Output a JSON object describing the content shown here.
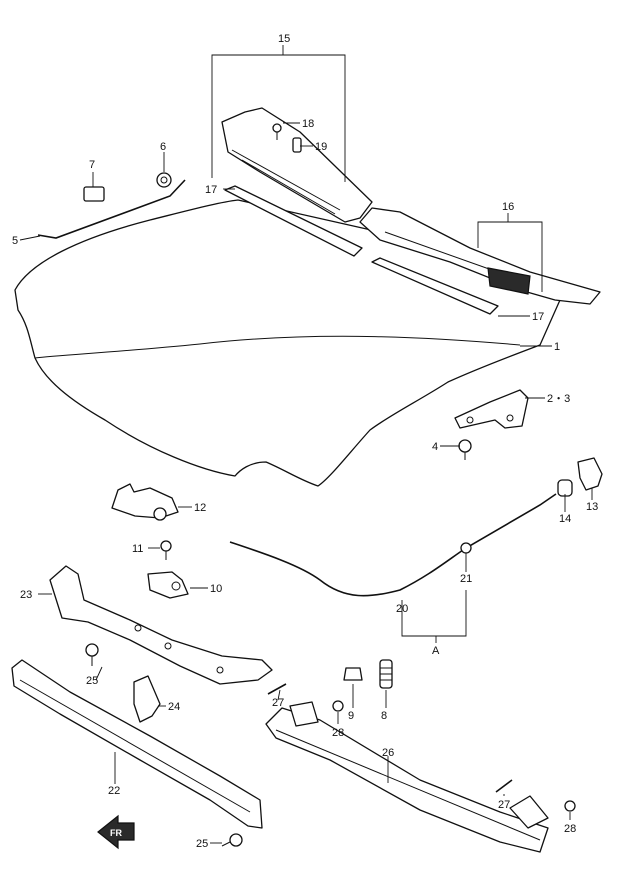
{
  "labels": {
    "p1": "1",
    "p2_3": "2・3",
    "p4": "4",
    "p5": "5",
    "p6": "6",
    "p7": "7",
    "p8": "8",
    "p9": "9",
    "p10": "10",
    "p11": "11",
    "p12": "12",
    "p13": "13",
    "p14": "14",
    "p15": "15",
    "p16": "16",
    "p17a": "17",
    "p17b": "17",
    "p18": "18",
    "p19": "19",
    "p20": "20",
    "p21": "21",
    "p22": "22",
    "p23": "23",
    "p24": "24",
    "p25a": "25",
    "p25b": "25",
    "p26": "26",
    "p27a": "27",
    "p27b": "27",
    "p28a": "28",
    "p28b": "28",
    "groupA": "A",
    "front_arrow": "FR"
  }
}
